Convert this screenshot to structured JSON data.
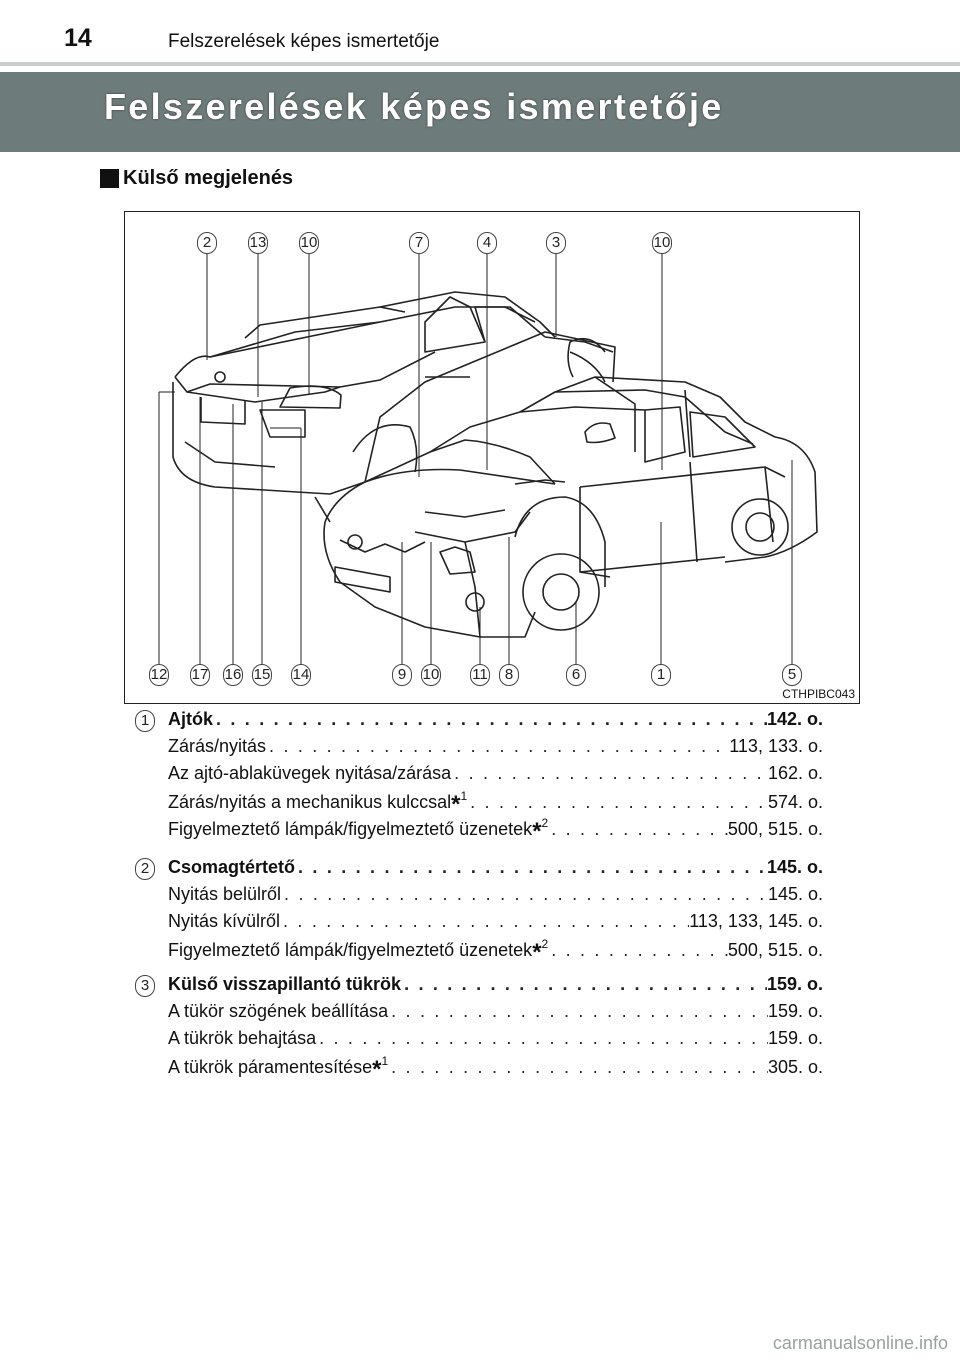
{
  "header": {
    "page_number": "14",
    "running_title": "Felszerelések képes ismertetője"
  },
  "title": "Felszerelések képes ismertetője",
  "section": {
    "title": "Külső megjelenés"
  },
  "figure": {
    "code": "CTHPIBC043",
    "top_callouts": [
      "2",
      "13",
      "10",
      "7",
      "4",
      "3",
      "10"
    ],
    "bottom_callouts": [
      "12",
      "17",
      "16",
      "15",
      "14",
      "9",
      "10",
      "11",
      "8",
      "6",
      "1",
      "5"
    ]
  },
  "entries": [
    {
      "num": "1",
      "lines": [
        {
          "text": "Ajtók",
          "page": "142. o.",
          "bold": true
        },
        {
          "text": "Zárás/nyitás",
          "page": "113, 133. o."
        },
        {
          "text": "Az ajtó-ablaküvegek nyitása/zárása",
          "page": "162. o."
        },
        {
          "text": "Zárás/nyitás a mechanikus kulccsal",
          "star": "*",
          "sup": "1",
          "page": "574. o."
        },
        {
          "text": "Figyelmeztető lámpák/figyelmeztető üzenetek",
          "star": "*",
          "sup": "2",
          "page": "500, 515. o."
        }
      ]
    },
    {
      "num": "2",
      "lines": [
        {
          "text": "Csomagtértető",
          "page": "145. o.",
          "bold": true
        },
        {
          "text": "Nyitás belülről",
          "page": "145. o."
        },
        {
          "text": "Nyitás kívülről",
          "page": "113, 133, 145. o."
        },
        {
          "text": "Figyelmeztető lámpák/figyelmeztető üzenetek",
          "star": "*",
          "sup": "2",
          "page": "500, 515. o."
        }
      ]
    },
    {
      "num": "3",
      "lines": [
        {
          "text": "Külső visszapillantó tükrök",
          "page": "159. o.",
          "bold": true
        },
        {
          "text": "A tükör szögének beállítása",
          "page": "159. o."
        },
        {
          "text": "A tükrök behajtása",
          "page": "159. o."
        },
        {
          "text": "A tükrök páramentesítése",
          "star": "*",
          "sup": "1",
          "page": "305. o."
        }
      ]
    }
  ],
  "watermark": "carmanualsonline.info"
}
